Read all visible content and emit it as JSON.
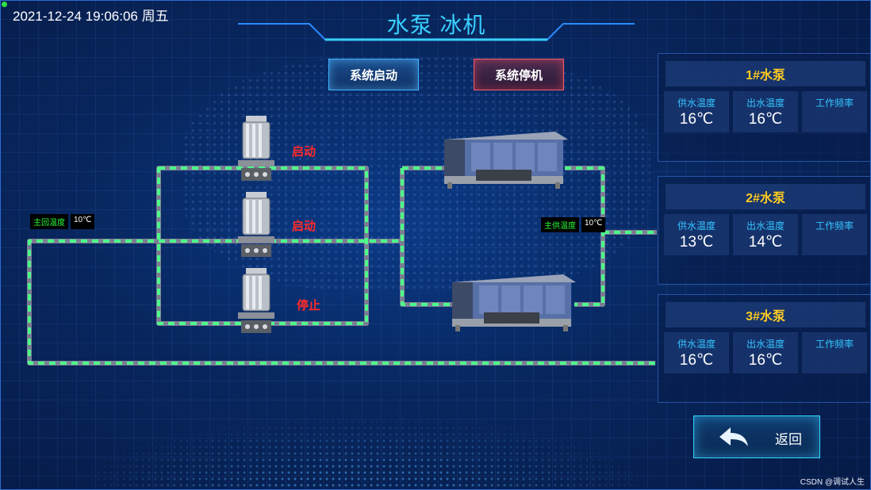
{
  "datetime": "2021-12-24 19:06:06 周五",
  "title": "水泵 冰机",
  "buttons": {
    "start": "系统启动",
    "stop": "系统停机",
    "back": "返回"
  },
  "pumps": [
    {
      "status": "启动"
    },
    {
      "status": "启动"
    },
    {
      "status": "停止"
    }
  ],
  "temps": {
    "return_label": "主回温度",
    "return_value": "10℃",
    "supply_label": "主供温度",
    "supply_value": "10℃"
  },
  "panels": [
    {
      "title": "1#水泵",
      "supply_label": "供水温度",
      "supply_value": "16℃",
      "out_label": "出水温度",
      "out_value": "16℃",
      "freq_label": "工作频率",
      "freq_value": ""
    },
    {
      "title": "2#水泵",
      "supply_label": "供水温度",
      "supply_value": "13℃",
      "out_label": "出水温度",
      "out_value": "14℃",
      "freq_label": "工作频率",
      "freq_value": ""
    },
    {
      "title": "3#水泵",
      "supply_label": "供水温度",
      "supply_value": "16℃",
      "out_label": "出水温度",
      "out_value": "16℃",
      "freq_label": "工作频率",
      "freq_value": ""
    }
  ],
  "watermark": "CSDN @调试人生",
  "colors": {
    "accent": "#39d0ff",
    "pipe_dash": "#4cff8a",
    "pipe_base": "#7c7c94",
    "status_red": "#ff2a2a",
    "panel_title": "#ffcc22"
  }
}
